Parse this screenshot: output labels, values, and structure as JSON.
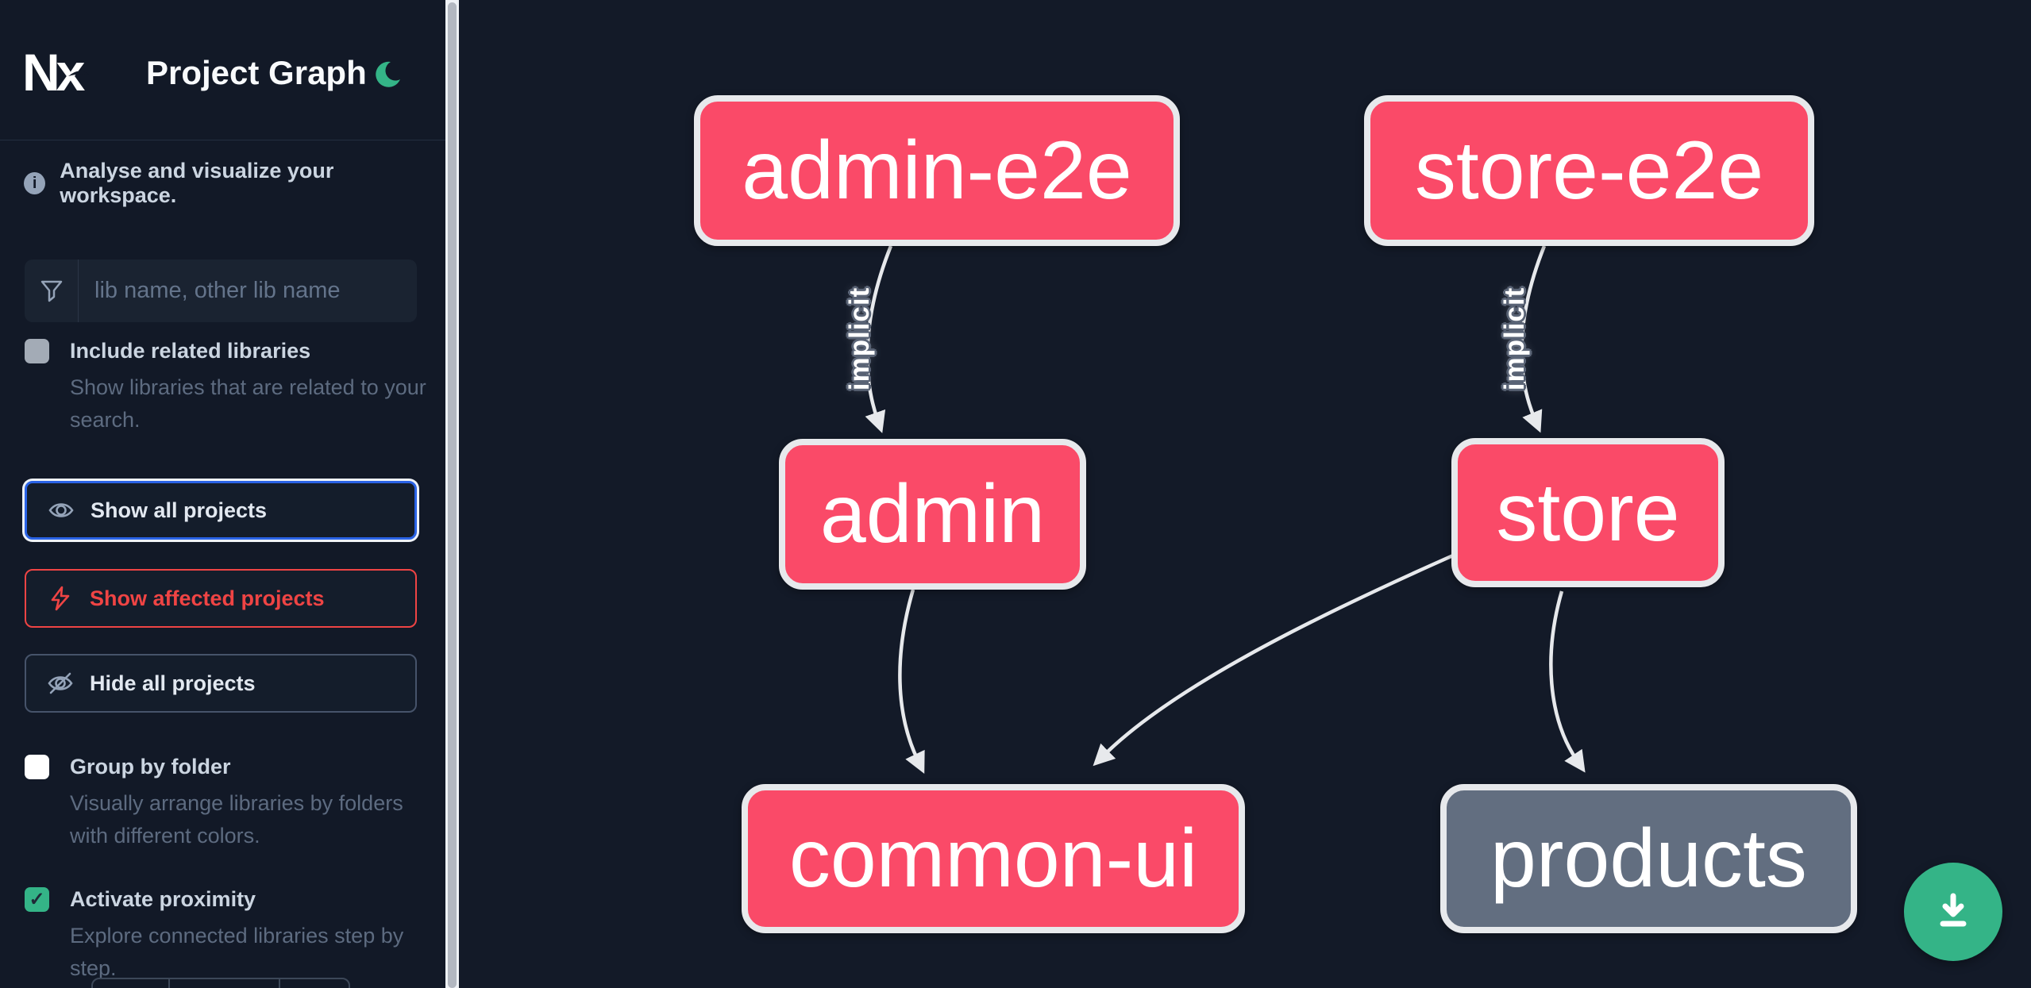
{
  "header": {
    "logo_text": "Nx",
    "title": "Project Graph"
  },
  "sidebar": {
    "tagline": "Analyse and visualize your workspace.",
    "search": {
      "placeholder": "lib name, other lib name",
      "value": ""
    },
    "include_related": {
      "label": "Include related libraries",
      "description": "Show libraries that are related to your search.",
      "checked": false
    },
    "actions": {
      "show_all": "Show all projects",
      "show_affected": "Show affected projects",
      "hide_all": "Hide all projects"
    },
    "group_by_folder": {
      "label": "Group by folder",
      "description": "Visually arrange libraries by folders with different colors.",
      "checked": false
    },
    "activate_proximity": {
      "label": "Activate proximity",
      "description": "Explore connected libraries step by step.",
      "checked": true
    }
  },
  "graph": {
    "nodes": [
      {
        "id": "admin-e2e",
        "label": "admin-e2e",
        "style": "highlighted"
      },
      {
        "id": "store-e2e",
        "label": "store-e2e",
        "style": "highlighted"
      },
      {
        "id": "admin",
        "label": "admin",
        "style": "highlighted"
      },
      {
        "id": "store",
        "label": "store",
        "style": "highlighted"
      },
      {
        "id": "common-ui",
        "label": "common-ui",
        "style": "highlighted"
      },
      {
        "id": "products",
        "label": "products",
        "style": "muted"
      }
    ],
    "edges": [
      {
        "from": "admin-e2e",
        "to": "admin",
        "label": "implicit"
      },
      {
        "from": "store-e2e",
        "to": "store",
        "label": "implicit"
      },
      {
        "from": "admin",
        "to": "common-ui",
        "label": ""
      },
      {
        "from": "store",
        "to": "common-ui",
        "label": ""
      },
      {
        "from": "store",
        "to": "products",
        "label": ""
      }
    ]
  },
  "icons": {
    "checkmark": "✓"
  },
  "fab": {
    "icon": "download"
  },
  "colors": {
    "node_highlighted": "#fa4a68",
    "node_muted": "#626e80",
    "node_border": "#e7e9ec",
    "edge": "#e7e9ec",
    "accent_green": "#34b487",
    "focus_blue": "#2a63e6",
    "affected_red": "#ef4444",
    "sidebar_bg": "#121927",
    "canvas_bg": "#131a28"
  }
}
